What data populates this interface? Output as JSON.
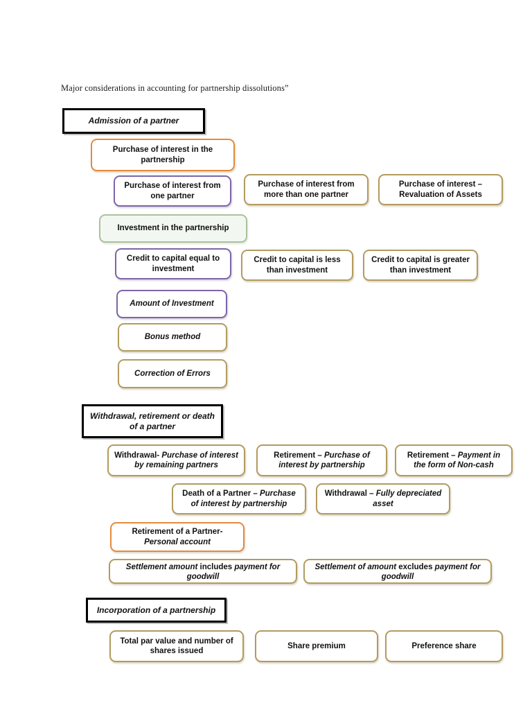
{
  "document": {
    "caption": "Major considerations in accounting for partnership dissolutions”"
  },
  "sections": [
    {
      "id": "admission",
      "header": "Admission of a partner",
      "groups": [
        {
          "id": "purchase-of-interest",
          "parent": "Purchase of interest in the partnership",
          "children": [
            "Purchase of interest from one partner",
            "Purchase of interest from more than one partner",
            "Purchase of interest – Revaluation of Assets"
          ]
        },
        {
          "id": "investment",
          "parent": "Investment in the partnership",
          "children": [
            "Credit to capital equal to investment",
            "Credit to capital is less than investment",
            "Credit to capital is greater than investment"
          ]
        }
      ],
      "extras": [
        "Amount of Investment",
        "Bonus method",
        "Correction of Errors"
      ]
    },
    {
      "id": "withdrawal",
      "header": "Withdrawal, retirement or death of a partner",
      "row1": [
        {
          "plain": "Withdrawal-",
          "italic": " Purchase of interest by remaining partners"
        },
        {
          "plain": "Retirement –",
          "italic": " Purchase of interest by partnership"
        },
        {
          "plain": "Retirement –",
          "italic": " Payment in the form of Non-cash"
        }
      ],
      "row2": [
        {
          "plain": "Death of a Partner –",
          "italic": " Purchase of interest by partnership"
        },
        {
          "plain": "Withdrawal –",
          "italic": " Fully depreciated asset"
        }
      ],
      "row3": [
        {
          "plain": "Retirement of a Partner-",
          "italic": " Personal account"
        }
      ],
      "row4": [
        {
          "a": "Settlement amount",
          "b": " includes ",
          "c": "payment for",
          "d": "goodwill"
        },
        {
          "a": "Settlement of amount",
          "b": " excludes ",
          "c": "payment",
          "d": "for goodwill"
        }
      ]
    },
    {
      "id": "incorporation",
      "header": "Incorporation of a partnership",
      "children": [
        "Total par value and number of shares issued",
        "Share premium",
        "Preference share"
      ]
    }
  ],
  "colors": {
    "black": "#000000",
    "orange": "#E58A3C",
    "purple": "#7E64A8",
    "gold": "#B29B5E",
    "green": "#A9C39B",
    "green_fill": "#F3F7F1"
  }
}
